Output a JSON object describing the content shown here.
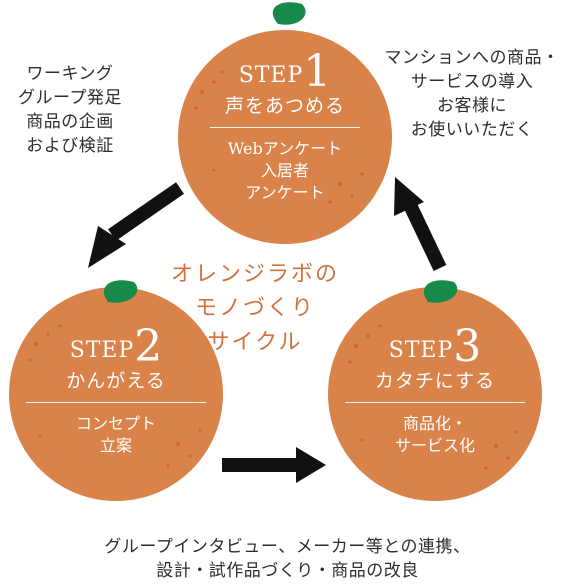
{
  "center_title": [
    "オレンジラボの",
    "モノづくり",
    "サイクル"
  ],
  "colors": {
    "orange": "#d9824a",
    "leaf": "#178a4a",
    "arrow": "#111111",
    "accent_text": "#d0733d"
  },
  "steps": [
    {
      "label": "STEP",
      "number": "1",
      "title": "声をあつめる",
      "lines": [
        "Webアンケート",
        "入居者",
        "アンケート"
      ]
    },
    {
      "label": "STEP",
      "number": "2",
      "title": "かんがえる",
      "lines": [
        "コンセプト",
        "立案"
      ]
    },
    {
      "label": "STEP",
      "number": "3",
      "title": "カタチにする",
      "lines": [
        "商品化・",
        "サービス化"
      ]
    }
  ],
  "side_notes": {
    "left": [
      "ワーキング",
      "グループ発足",
      "商品の企画",
      "および検証"
    ],
    "right": [
      "マンションへの商品・",
      "サービスの導入",
      "お客様に",
      "お使いいただく"
    ],
    "bottom": [
      "グループインタビュー、メーカー等との連携、",
      "設計・試作品づくり・商品の改良"
    ]
  },
  "icons": [
    "leaf-icon",
    "arrow-icon"
  ]
}
